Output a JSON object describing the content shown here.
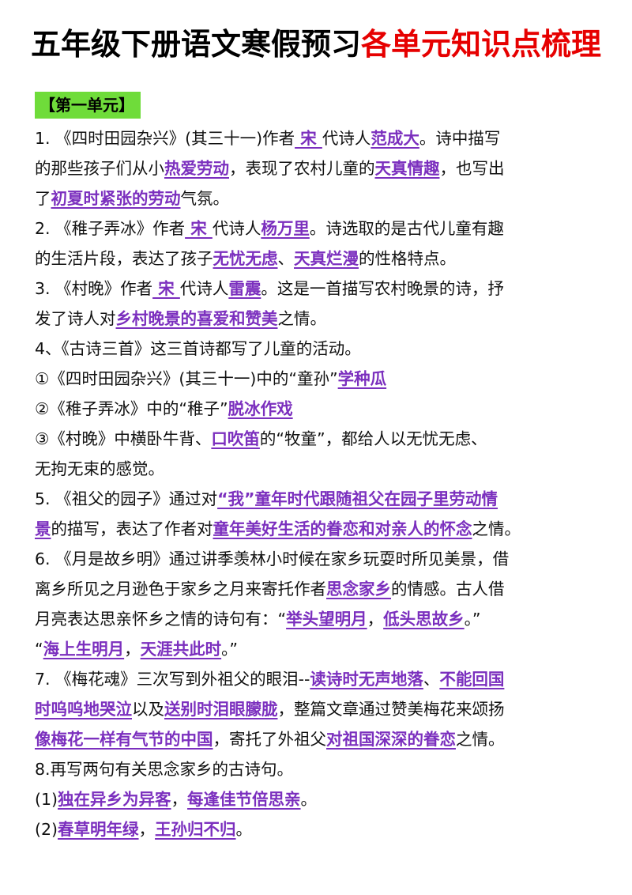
{
  "title": {
    "part1": "五年级下册语文寒假预习",
    "part2": "各单元知识点梳理"
  },
  "unit_label": "【第一单元】",
  "colors": {
    "title_red": "#e60000",
    "highlight_purple": "#7b2fbe",
    "badge_green": "#6fdc3a"
  },
  "lines": [
    [
      [
        "1. 《四时田园杂兴》(其三十一)作者",
        0
      ],
      [
        " 宋 ",
        1
      ],
      [
        "代诗人",
        0
      ],
      [
        "范成大",
        1
      ],
      [
        "。诗中描写",
        0
      ]
    ],
    [
      [
        "的那些孩子们从小",
        0
      ],
      [
        "热爱劳动",
        1
      ],
      [
        "，表现了农村儿童的",
        0
      ],
      [
        "天真情趣",
        1
      ],
      [
        "，也写出",
        0
      ]
    ],
    [
      [
        "了",
        0
      ],
      [
        "初夏时紧张的劳动",
        1
      ],
      [
        "气氛。",
        0
      ]
    ],
    [
      [
        "2. 《稚子弄冰》作者",
        0
      ],
      [
        " 宋 ",
        1
      ],
      [
        "代诗人",
        0
      ],
      [
        "杨万里",
        1
      ],
      [
        "。诗选取的是古代儿童有趣",
        0
      ]
    ],
    [
      [
        "的生活片段，表达了孩子",
        0
      ],
      [
        "无忧无虑",
        1
      ],
      [
        "、",
        0
      ],
      [
        "天真烂漫",
        1
      ],
      [
        "的性格特点。",
        0
      ]
    ],
    [
      [
        "3. 《村晚》作者",
        0
      ],
      [
        " 宋 ",
        1
      ],
      [
        "代诗人",
        0
      ],
      [
        "雷震",
        1
      ],
      [
        "。这是一首描写农村晚景的诗，抒",
        0
      ]
    ],
    [
      [
        "发了诗人对",
        0
      ],
      [
        "乡村晚景的喜爱和赞美",
        1
      ],
      [
        "之情。",
        0
      ]
    ],
    [
      [
        "4、《古诗三首》这三首诗都写了儿童的活动。",
        0
      ]
    ],
    [
      [
        "①《四时田园杂兴》(其三十一)中的“童孙”",
        0
      ],
      [
        "学种瓜",
        1
      ]
    ],
    [
      [
        "②《稚子弄冰》中的“稚子”",
        0
      ],
      [
        "脱冰作戏",
        1
      ]
    ],
    [
      [
        "③《村晚》中横卧牛背、",
        0
      ],
      [
        "口吹笛",
        1
      ],
      [
        "的“牧童”，都给人以无忧无虑、",
        0
      ]
    ],
    [
      [
        "无拘无束的感觉。",
        0
      ]
    ],
    [
      [
        "5. 《祖父的园子》通过对",
        0
      ],
      [
        "“我”童年时代跟随祖父在园子里劳动情",
        1
      ]
    ],
    [
      [
        "景",
        1
      ],
      [
        "的描写，表达了作者对",
        0
      ],
      [
        "童年美好生活的眷恋和对亲人的怀念",
        1
      ],
      [
        "之情。",
        0
      ]
    ],
    [
      [
        "6. 《月是故乡明》通过讲季羡林小时候在家乡玩耍时所见美景，借",
        0
      ]
    ],
    [
      [
        "离乡所见之月逊色于家乡之月来寄托作者",
        0
      ],
      [
        "思念家乡",
        1
      ],
      [
        "的情感。古人借",
        0
      ]
    ],
    [
      [
        "月亮表达思亲怀乡之情的诗句有：“",
        0
      ],
      [
        "举头望明月",
        1
      ],
      [
        "，",
        0
      ],
      [
        "低头思故乡",
        1
      ],
      [
        "。”",
        0
      ]
    ],
    [
      [
        "“",
        0
      ],
      [
        "海上生明月",
        1
      ],
      [
        "，",
        0
      ],
      [
        "天涯共此时",
        1
      ],
      [
        "。”",
        0
      ]
    ],
    [
      [
        "7. 《梅花魂》三次写到外祖父的眼泪--",
        0
      ],
      [
        "读诗时无声地落",
        1
      ],
      [
        "、",
        0
      ],
      [
        "不能回国",
        1
      ]
    ],
    [
      [
        "时呜呜地哭泣",
        1
      ],
      [
        "以及",
        0
      ],
      [
        "送别时泪眼朦胧",
        1
      ],
      [
        "，整篇文章通过赞美梅花来颂扬",
        0
      ]
    ],
    [
      [
        "像梅花一样有气节的中国",
        1
      ],
      [
        "，寄托了外祖父",
        0
      ],
      [
        "对祖国深深的眷恋",
        1
      ],
      [
        "之情。",
        0
      ]
    ],
    [
      [
        "8.再写两句有关思念家乡的古诗句。",
        0
      ]
    ],
    [
      [
        "(1)",
        0
      ],
      [
        "独在异乡为异客",
        1
      ],
      [
        "，",
        0
      ],
      [
        "每逢佳节倍思亲",
        1
      ],
      [
        "。",
        0
      ]
    ],
    [
      [
        "(2)",
        0
      ],
      [
        "春草明年绿",
        1
      ],
      [
        "，",
        0
      ],
      [
        "王孙归不归",
        1
      ],
      [
        "。",
        0
      ]
    ]
  ]
}
